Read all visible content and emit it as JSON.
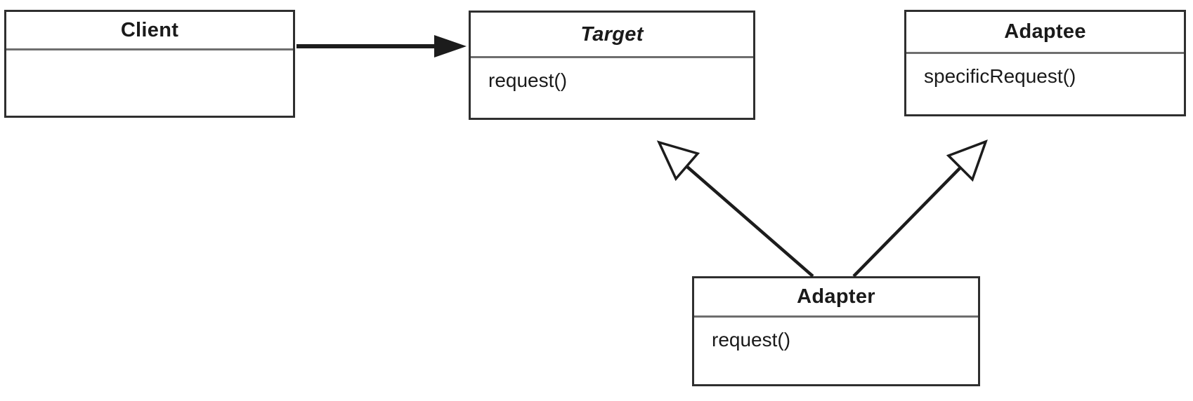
{
  "diagram": {
    "kind": "uml-class-diagram",
    "pattern": "Adapter",
    "classes": [
      {
        "id": "client",
        "name": "Client",
        "name_style": "bold",
        "methods": []
      },
      {
        "id": "target",
        "name": "Target",
        "name_style": "bold-italic",
        "methods": [
          "request()"
        ]
      },
      {
        "id": "adaptee",
        "name": "Adaptee",
        "name_style": "bold",
        "methods": [
          "specificRequest()"
        ]
      },
      {
        "id": "adapter",
        "name": "Adapter",
        "name_style": "bold",
        "methods": [
          "request()"
        ]
      }
    ],
    "relationships": [
      {
        "type": "association",
        "from": "Client",
        "to": "Target",
        "arrowhead": "filled-triangle"
      },
      {
        "type": "generalization",
        "from": "Adapter",
        "to": "Target",
        "arrowhead": "hollow-triangle"
      },
      {
        "type": "generalization",
        "from": "Adapter",
        "to": "Adaptee",
        "arrowhead": "hollow-triangle"
      }
    ],
    "colors": {
      "background": "#ffffff",
      "box_border": "#2f2f2f",
      "compartment_separator": "#6e6e6e",
      "line": "#1c1c1c",
      "text": "#1a1a1a"
    }
  }
}
